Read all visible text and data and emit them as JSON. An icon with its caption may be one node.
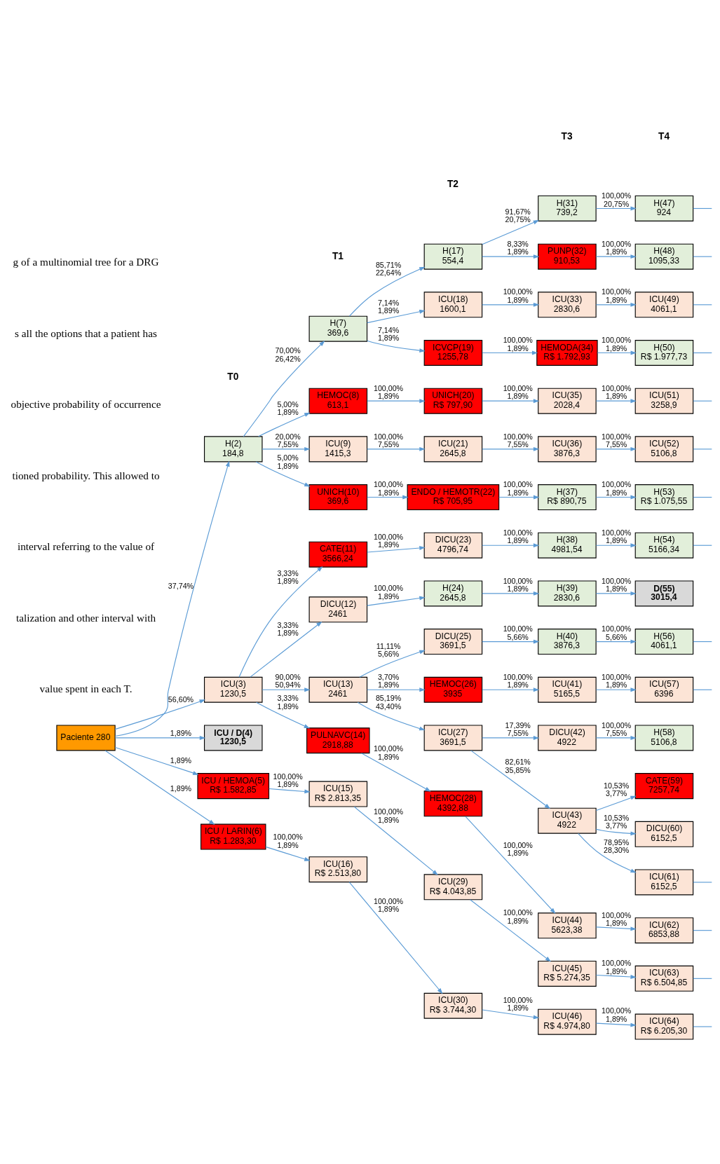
{
  "diagram": {
    "nodes": [
      {
        "text": [
          "Paciente 280"
        ]
      },
      {
        "text": [
          "H(2)",
          "184,8"
        ]
      },
      {
        "text": [
          "ICU(3)",
          "1230,5"
        ]
      },
      {
        "text": [
          "ICU / D(4)",
          "1230,5"
        ]
      },
      {
        "text": [
          "ICU / HEMOA(5)",
          "R$ 1.582,85"
        ]
      },
      {
        "text": [
          "ICU / LARIN(6)",
          "R$ 1.283,30"
        ]
      },
      {
        "text": [
          "H(7)",
          "369,6"
        ]
      },
      {
        "text": [
          "HEMOC(8)",
          "613,1"
        ]
      },
      {
        "text": [
          "ICU(9)",
          "1415,3"
        ]
      },
      {
        "text": [
          "UNICH(10)",
          "369,6"
        ]
      },
      {
        "text": [
          "CATE(11)",
          "3566,24"
        ]
      },
      {
        "text": [
          "DICU(12)",
          "2461"
        ]
      },
      {
        "text": [
          "ICU(13)",
          "2461"
        ]
      },
      {
        "text": [
          "PULNAVC(14)",
          "2918,88"
        ]
      },
      {
        "text": [
          "ICU(15)",
          "R$ 2.813,35"
        ]
      },
      {
        "text": [
          "ICU(16)",
          "R$ 2.513,80"
        ]
      },
      {
        "text": [
          "H(17)",
          "554,4"
        ]
      },
      {
        "text": [
          "ICU(18)",
          "1600,1"
        ]
      },
      {
        "text": [
          "ICVCP(19)",
          "1255,78"
        ]
      },
      {
        "text": [
          "UNICH(20)",
          "R$ 797,90"
        ]
      },
      {
        "text": [
          "ICU(21)",
          "2645,8"
        ]
      },
      {
        "text": [
          "ENDO / HEMOTR(22)",
          "R$ 705,95"
        ]
      },
      {
        "text": [
          "DICU(23)",
          "4796,74"
        ]
      },
      {
        "text": [
          "H(24)",
          "2645,8"
        ]
      },
      {
        "text": [
          "DICU(25)",
          "3691,5"
        ]
      },
      {
        "text": [
          "HEMOC(26)",
          "3935"
        ]
      },
      {
        "text": [
          "ICU(27)",
          "3691,5"
        ]
      },
      {
        "text": [
          "HEMOC(28)",
          "4392,88"
        ]
      },
      {
        "text": [
          "ICU(29)",
          "R$ 4.043,85"
        ]
      },
      {
        "text": [
          "ICU(30)",
          "R$ 3.744,30"
        ]
      },
      {
        "text": [
          "H(31)",
          "739,2"
        ]
      },
      {
        "text": [
          "PUNP(32)",
          "910,53"
        ]
      },
      {
        "text": [
          "ICU(33)",
          "2830,6"
        ]
      },
      {
        "text": [
          "HEMODA(34)",
          "R$ 1.792,93"
        ]
      },
      {
        "text": [
          "ICU(35)",
          "2028,4"
        ]
      },
      {
        "text": [
          "ICU(36)",
          "3876,3"
        ]
      },
      {
        "text": [
          "H(37)",
          "R$ 890,75"
        ]
      },
      {
        "text": [
          "H(38)",
          "4981,54"
        ]
      },
      {
        "text": [
          "H(39)",
          "2830,6"
        ]
      },
      {
        "text": [
          "H(40)",
          "3876,3"
        ]
      },
      {
        "text": [
          "ICU(41)",
          "5165,5"
        ]
      },
      {
        "text": [
          "DICU(42)",
          "4922"
        ]
      },
      {
        "text": [
          "ICU(43)",
          "4922"
        ]
      },
      {
        "text": [
          "ICU(44)",
          "5623,38"
        ]
      },
      {
        "text": [
          "ICU(45)",
          "R$ 5.274,35"
        ]
      },
      {
        "text": [
          "ICU(46)",
          "R$ 4.974,80"
        ]
      },
      {
        "text": [
          "H(47)",
          "924"
        ]
      },
      {
        "text": [
          "H(48)",
          "1095,33"
        ]
      },
      {
        "text": [
          "ICU(49)",
          "4061,1"
        ]
      },
      {
        "text": [
          "H(50)",
          "R$ 1.977,73"
        ]
      },
      {
        "text": [
          "ICU(51)",
          "3258,9"
        ]
      },
      {
        "text": [
          "ICU(52)",
          "5106,8"
        ]
      },
      {
        "text": [
          "H(53)",
          "R$ 1.075,55"
        ]
      },
      {
        "text": [
          "H(54)",
          "5166,34"
        ]
      },
      {
        "text": [
          "D(55)",
          "3015,4"
        ]
      },
      {
        "text": [
          "H(56)",
          "4061,1"
        ]
      },
      {
        "text": [
          "ICU(57)",
          "6396"
        ]
      },
      {
        "text": [
          "H(58)",
          "5106,8"
        ]
      },
      {
        "text": [
          "CATE(59)",
          "7257,74"
        ]
      },
      {
        "text": [
          "DICU(60)",
          "6152,5"
        ]
      },
      {
        "text": [
          "ICU(61)",
          "6152,5"
        ]
      },
      {
        "text": [
          "ICU(62)",
          "6853,88"
        ]
      },
      {
        "text": [
          "ICU(63)",
          "R$ 6.504,85"
        ]
      },
      {
        "text": [
          "ICU(64)",
          "R$ 6.205,30"
        ]
      }
    ],
    "edges": [
      {
        "from": 0,
        "to": 1,
        "arrow": "to",
        "label": "37,74%"
      },
      {
        "from": 0,
        "to": 2,
        "arrow": "to",
        "label": "56,60%"
      },
      {
        "from": 0,
        "to": 3,
        "arrow": "to",
        "label": "1,89%"
      },
      {
        "from": 0,
        "to": 4,
        "arrow": "to",
        "label": "1,89%"
      },
      {
        "from": 0,
        "to": 5,
        "arrow": "to",
        "label": "1,89%"
      },
      {
        "from": 1,
        "to": 6,
        "arrow": "to",
        "label": "70,00% 26,42%"
      },
      {
        "from": 1,
        "to": 7,
        "arrow": "to",
        "label": "5,00% 1,89%"
      },
      {
        "from": 1,
        "to": 8,
        "arrow": "to",
        "label": "20,00% 7,55%"
      },
      {
        "from": 1,
        "to": 9,
        "arrow": "to",
        "label": "5,00% 1,89%"
      },
      {
        "from": 2,
        "to": 10,
        "arrow": "to",
        "label": "3,33% 1,89%"
      },
      {
        "from": 2,
        "to": 11,
        "arrow": "to",
        "label": "3,33% 1,89%"
      },
      {
        "from": 2,
        "to": 12,
        "arrow": "to",
        "label": "90,00% 50,94%"
      },
      {
        "from": 2,
        "to": 13,
        "arrow": "to",
        "label": "3,33% 1,89%"
      },
      {
        "from": 4,
        "to": 14,
        "arrow": "to",
        "label": "100,00% 1,89%"
      },
      {
        "from": 5,
        "to": 15,
        "arrow": "to",
        "label": "100,00% 1,89%"
      },
      {
        "from": 6,
        "to": 16,
        "arrow": "to",
        "label": "85,71% 22,64%"
      },
      {
        "from": 6,
        "to": 17,
        "arrow": "to",
        "label": "7,14% 1,89%"
      },
      {
        "from": 6,
        "to": 18,
        "arrow": "to",
        "label": "7,14% 1,89%"
      },
      {
        "from": 7,
        "to": 19,
        "arrow": "to",
        "label": "100,00% 1,89%"
      },
      {
        "from": 8,
        "to": 20,
        "arrow": "to",
        "label": "100,00% 7,55%"
      },
      {
        "from": 9,
        "to": 21,
        "arrow": "to",
        "label": "100,00% 1,89%"
      },
      {
        "from": 10,
        "to": 22,
        "arrow": "to",
        "label": "100,00% 1,89%"
      },
      {
        "from": 11,
        "to": 23,
        "arrow": "to",
        "label": "100,00% 1,89%"
      },
      {
        "from": 12,
        "to": 24,
        "arrow": "to",
        "label": "11,11% 5,66%"
      },
      {
        "from": 12,
        "to": 25,
        "arrow": "to",
        "label": "3,70% 1,89%"
      },
      {
        "from": 12,
        "to": 26,
        "arrow": "to",
        "label": "85,19% 43,40%"
      },
      {
        "from": 13,
        "to": 27,
        "arrow": "to",
        "label": "100,00% 1,89%"
      },
      {
        "from": 14,
        "to": 28,
        "arrow": "to",
        "label": "100,00% 1,89%"
      },
      {
        "from": 15,
        "to": 29,
        "arrow": "to",
        "label": "100,00% 1,89%"
      },
      {
        "from": 16,
        "to": 30,
        "arrow": "to",
        "label": "91,67% 20,75%"
      },
      {
        "from": 16,
        "to": 31,
        "arrow": "to",
        "label": "8,33% 1,89%"
      },
      {
        "from": 17,
        "to": 32,
        "arrow": "to",
        "label": "100,00% 1,89%"
      },
      {
        "from": 18,
        "to": 33,
        "arrow": "to",
        "label": "100,00% 1,89%"
      },
      {
        "from": 19,
        "to": 34,
        "arrow": "to",
        "label": "100,00% 1,89%"
      },
      {
        "from": 20,
        "to": 35,
        "arrow": "to",
        "label": "100,00% 7,55%"
      },
      {
        "from": 21,
        "to": 36,
        "arrow": "to",
        "label": "100,00% 1,89%"
      },
      {
        "from": 22,
        "to": 37,
        "arrow": "to",
        "label": "100,00% 1,89%"
      },
      {
        "from": 23,
        "to": 38,
        "arrow": "to",
        "label": "100,00% 1,89%"
      },
      {
        "from": 24,
        "to": 39,
        "arrow": "to",
        "label": "100,00% 5,66%"
      },
      {
        "from": 25,
        "to": 40,
        "arrow": "to",
        "label": "100,00% 1,89%"
      },
      {
        "from": 26,
        "to": 41,
        "arrow": "to",
        "label": "17,39% 7,55%"
      },
      {
        "from": 26,
        "to": 42,
        "arrow": "to",
        "label": "82,61% 35,85%"
      },
      {
        "from": 27,
        "to": 43,
        "arrow": "to",
        "label": "100,00% 1,89%"
      },
      {
        "from": 28,
        "to": 44,
        "arrow": "to",
        "label": "100,00% 1,89%"
      },
      {
        "from": 29,
        "to": 45,
        "arrow": "to",
        "label": "100,00% 1,89%"
      },
      {
        "from": 30,
        "to": 46,
        "arrow": "to",
        "label": "100,00% 20,75%"
      },
      {
        "from": 31,
        "to": 47,
        "arrow": "to",
        "label": "100,00% 1,89%"
      },
      {
        "from": 32,
        "to": 48,
        "arrow": "to",
        "label": "100,00% 1,89%"
      },
      {
        "from": 33,
        "to": 49,
        "arrow": "to",
        "label": "100,00% 1,89%"
      },
      {
        "from": 34,
        "to": 50,
        "arrow": "to",
        "label": "100,00% 1,89%"
      },
      {
        "from": 35,
        "to": 51,
        "arrow": "to",
        "label": "100,00% 7,55%"
      },
      {
        "from": 36,
        "to": 52,
        "arrow": "to",
        "label": "100,00% 1,89%"
      },
      {
        "from": 37,
        "to": 53,
        "arrow": "to",
        "label": "100,00% 1,89%"
      },
      {
        "from": 38,
        "to": 54,
        "arrow": "to",
        "label": "100,00% 1,89%"
      },
      {
        "from": 39,
        "to": 55,
        "arrow": "to",
        "label": "100,00% 5,66%"
      },
      {
        "from": 40,
        "to": 56,
        "arrow": "to",
        "label": "100,00% 1,89%"
      },
      {
        "from": 41,
        "to": 57,
        "arrow": "to",
        "label": "100,00% 7,55%"
      },
      {
        "from": 42,
        "to": 58,
        "arrow": "to",
        "label": "10,53% 3,77%"
      },
      {
        "from": 42,
        "to": 59,
        "arrow": "to",
        "label": "10,53% 3,77%"
      },
      {
        "from": 42,
        "to": 60,
        "arrow": "to",
        "label": "78,95% 28,30%"
      },
      {
        "from": 43,
        "to": 61,
        "arrow": "to",
        "label": "100,00% 1,89%"
      },
      {
        "from": 44,
        "to": 62,
        "arrow": "to",
        "label": "100,00% 1,89%"
      },
      {
        "from": 45,
        "to": 63,
        "arrow": "to",
        "label": "100,00% 1,89%"
      },
      {
        "from": 46,
        "to": null,
        "arrow": "none"
      },
      {
        "from": 47,
        "to": null,
        "arrow": "none"
      },
      {
        "from": 48,
        "to": null,
        "arrow": "none"
      },
      {
        "from": 49,
        "to": null,
        "arrow": "none"
      },
      {
        "from": 50,
        "to": null,
        "arrow": "none"
      },
      {
        "from": 51,
        "to": null,
        "arrow": "none"
      },
      {
        "from": 52,
        "to": null,
        "arrow": "none"
      },
      {
        "from": 53,
        "to": null,
        "arrow": "none"
      },
      {
        "from": 55,
        "to": null,
        "arrow": "none"
      },
      {
        "from": 56,
        "to": null,
        "arrow": "none"
      },
      {
        "from": 60,
        "to": null,
        "arrow": "none"
      },
      {
        "from": 61,
        "to": null,
        "arrow": "none"
      },
      {
        "from": 62,
        "to": null,
        "arrow": "none"
      },
      {
        "from": 63,
        "to": null,
        "arrow": "none"
      }
    ],
    "labels": [
      "T0",
      "T1",
      "T2",
      "T3",
      "T4",
      "g of a multinomial tree for a DRG",
      "s all the options that a patient has",
      "objective probability of occurrence",
      "tioned probability. This allowed to",
      "interval referring to the value of",
      "talization and other interval with",
      "value spent in each T."
    ]
  }
}
